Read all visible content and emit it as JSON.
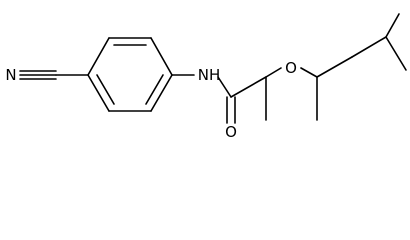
{
  "molecule": {
    "atoms": {
      "nitrile_n": "N",
      "amide_nh": "NH",
      "ether_o": "O",
      "carbonyl_o": "O"
    },
    "colors": {
      "bond": "#000000",
      "text": "#000000",
      "background": "#ffffff"
    }
  }
}
